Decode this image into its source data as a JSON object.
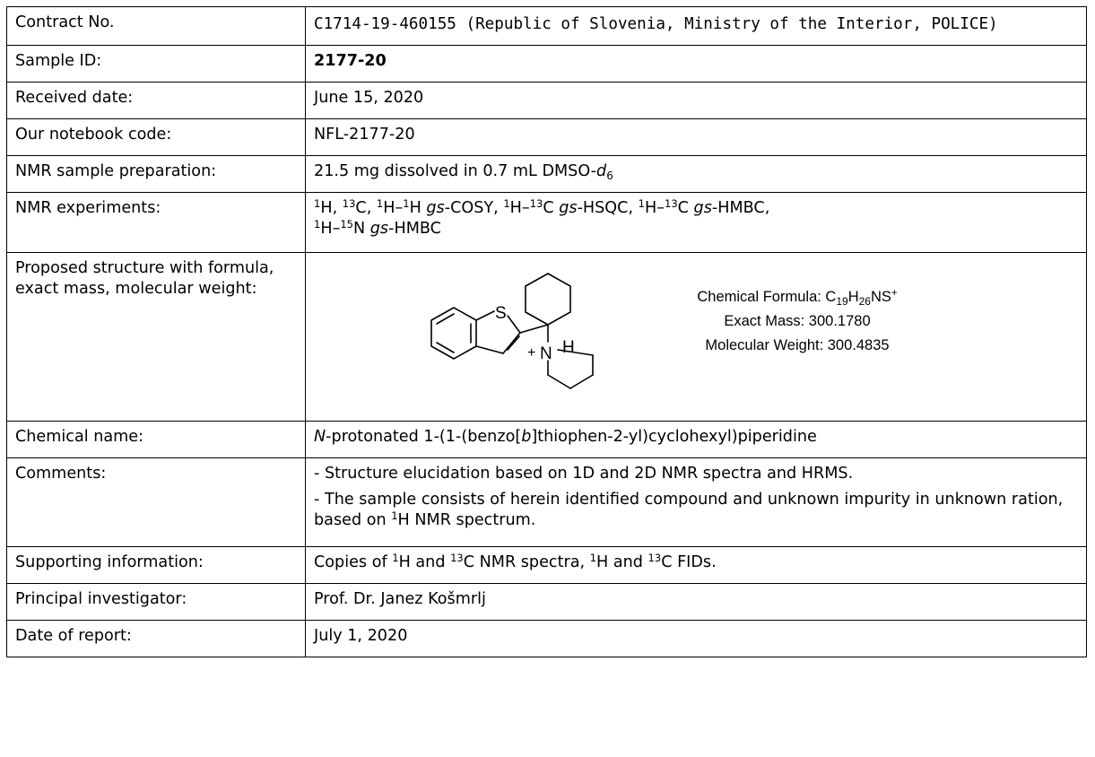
{
  "rows": {
    "contract": {
      "label": "Contract No.",
      "value": "C1714-19-460155 (Republic of Slovenia, Ministry of the Interior, POLICE)"
    },
    "sample_id": {
      "label": "Sample ID:",
      "value": "2177-20"
    },
    "received": {
      "label": "Received date:",
      "value": "June 15, 2020"
    },
    "notebook": {
      "label": "Our notebook code:",
      "value": "NFL-2177-20"
    },
    "prep": {
      "label": "NMR sample preparation:",
      "value_text": "21.5 mg dissolved in 0.7 mL DMSO-",
      "value_italic": "d",
      "value_sub": "6"
    },
    "experiments": {
      "label": "NMR experiments:",
      "sup1": "1",
      "sup13": "13",
      "sup15": "15",
      "h": "H",
      "c": "C",
      "n": "N",
      "comma": ", ",
      "dash": "–",
      "space": " ",
      "gs": "gs",
      "cosy": "-COSY",
      "hsqc": "-HSQC",
      "hmbc": "-HMBC",
      "sep": ", "
    },
    "structure": {
      "label": "Proposed structure with formula, exact mass, molecular weight:",
      "atom_s": "S",
      "atom_n": "N",
      "atom_h": "H",
      "charge": "+",
      "formula_prefix": "Chemical Formula: C",
      "formula_c": "19",
      "formula_h_letter": "H",
      "formula_h": "26",
      "formula_rest": "NS",
      "formula_charge": "+",
      "exact_mass": "Exact Mass: 300.1780",
      "mol_weight": "Molecular Weight: 300.4835"
    },
    "chem_name": {
      "label": "Chemical name:",
      "italic_n": "N",
      "part1": "-protonated 1-(1-(benzo[",
      "italic_b": "b",
      "part2": "]thiophen-2-yl)cyclohexyl)piperidine"
    },
    "comments": {
      "label": "Comments:",
      "line1": "- Structure elucidation based on 1D and 2D NMR spectra and HRMS.",
      "line2_text": "- The sample consists of herein identified compound and unknown impurity in unknown ration, based on ",
      "line2_sup": "1",
      "line2_end": "H NMR spectrum."
    },
    "supporting": {
      "label": "Supporting information:",
      "t1": "Copies of ",
      "sup1": "1",
      "t2": "H and ",
      "sup2": "13",
      "t3": "C NMR spectra, ",
      "sup3": "1",
      "t4": "H and ",
      "sup4": "13",
      "t5": "C FIDs."
    },
    "investigator": {
      "label": "Principal investigator:",
      "value": "Prof. Dr. Janez Košmrlj"
    },
    "report_date": {
      "label": "Date of report:",
      "value": "July 1, 2020"
    }
  }
}
